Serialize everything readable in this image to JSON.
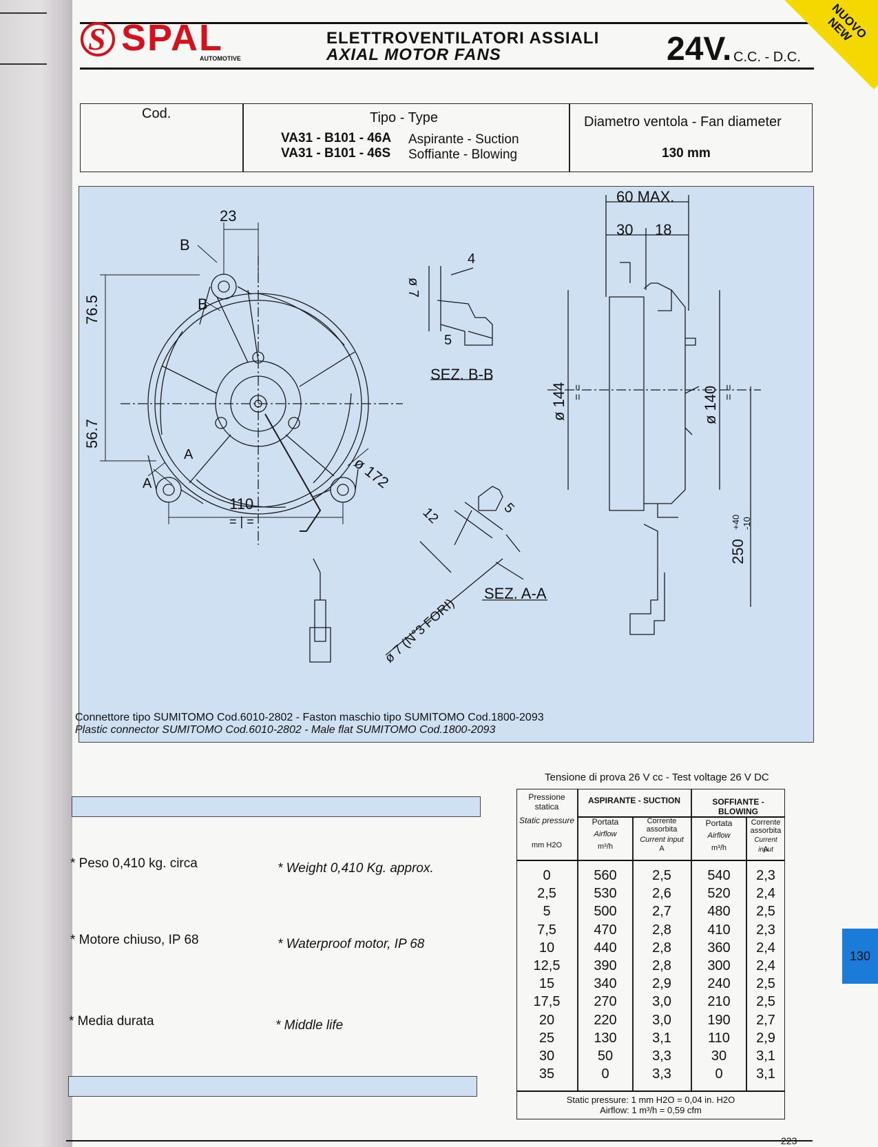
{
  "brand": {
    "name": "SPAL",
    "sub": "AUTOMOTIVE",
    "s": "S"
  },
  "title": {
    "it": "ELETTROVENTILATORI ASSIALI",
    "en": "AXIAL MOTOR FANS"
  },
  "voltage": {
    "value": "24V.",
    "unit": "C.C. - D.C."
  },
  "badge": {
    "it": "NUOVO",
    "en": "NEW"
  },
  "codes": {
    "cod_label": "Cod.",
    "type_label": "Tipo - Type",
    "diameter_label": "Diametro ventola - Fan diameter",
    "diameter_value": "130 mm",
    "rows": [
      {
        "code": "VA31 - B101 - 46A",
        "type": "Aspirante - Suction"
      },
      {
        "code": "VA31 - B101 - 46S",
        "type": "Soffiante - Blowing"
      }
    ]
  },
  "drawing": {
    "dims": [
      "23",
      "B",
      "B",
      "76.5",
      "56.7",
      "110",
      "A",
      "A",
      "= | =",
      "ø 172",
      "4",
      "ø 7",
      "5",
      "SEZ. B-B",
      "12",
      "5",
      "ø 7 (N°3 FORI)",
      "SEZ. A-A",
      "60 MAX.",
      "30",
      "18",
      "ø 144",
      "ø 140",
      "250",
      "+40",
      "-10",
      "= =",
      "= ="
    ],
    "connector_it": "Connettore tipo SUMITOMO Cod.6010-2802 - Faston maschio tipo SUMITOMO Cod.1800-2093",
    "connector_en": "Plastic connector SUMITOMO Cod.6010-2802 - Male flat SUMITOMO Cod.1800-2093"
  },
  "specs": [
    {
      "it": "* Peso 0,410  kg. circa",
      "en": "* Weight 0,410  Kg. approx."
    },
    {
      "it": "* Motore chiuso, IP 68",
      "en": "* Waterproof motor, IP 68"
    },
    {
      "it": "* Media durata",
      "en": "* Middle life"
    }
  ],
  "performance": {
    "caption": "Tensione di prova 26 V cc - Test voltage 26 V DC",
    "col_pressure": "Pressione statica",
    "col_pressure_en": "Static pressure",
    "col_pressure_unit": "mm H2O",
    "group_suction": "ASPIRANTE - SUCTION",
    "group_blowing": "SOFFIANTE - BLOWING",
    "col_airflow": "Portata",
    "col_airflow_en": "Airflow",
    "col_airflow_unit": "m³/h",
    "col_current": "Corrente assorbita",
    "col_current_en": "Current input",
    "col_current_unit": "A",
    "rows": [
      [
        "0",
        "560",
        "2,5",
        "540",
        "2,3"
      ],
      [
        "2,5",
        "530",
        "2,6",
        "520",
        "2,4"
      ],
      [
        "5",
        "500",
        "2,7",
        "480",
        "2,5"
      ],
      [
        "7,5",
        "470",
        "2,8",
        "410",
        "2,3"
      ],
      [
        "10",
        "440",
        "2,8",
        "360",
        "2,4"
      ],
      [
        "12,5",
        "390",
        "2,8",
        "300",
        "2,4"
      ],
      [
        "15",
        "340",
        "2,9",
        "240",
        "2,5"
      ],
      [
        "17,5",
        "270",
        "3,0",
        "210",
        "2,5"
      ],
      [
        "20",
        "220",
        "3,0",
        "190",
        "2,7"
      ],
      [
        "25",
        "130",
        "3,1",
        "110",
        "2,9"
      ],
      [
        "30",
        "50",
        "3,3",
        "30",
        "3,1"
      ],
      [
        "35",
        "0",
        "3,3",
        "0",
        "3,1"
      ]
    ],
    "note1": "Static pressure: 1 mm H2O = 0,04 in. H2O",
    "note2": "Airflow: 1 m³/h = 0,59 cfm"
  },
  "side_tab": "130",
  "page_number": "223"
}
